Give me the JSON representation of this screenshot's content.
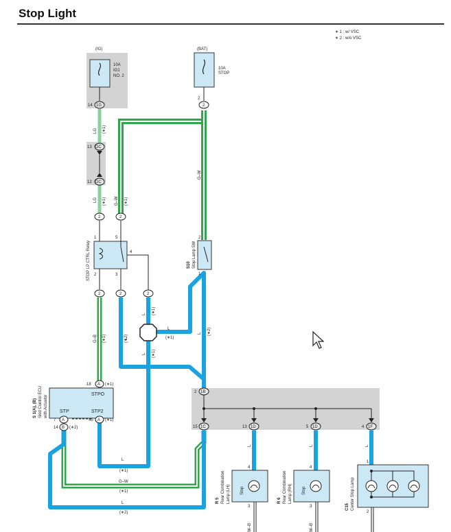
{
  "title": "Stop Light",
  "notes": [
    "∗ 1 : w/ VSC",
    "∗ 2 : w/o VSC"
  ],
  "power": {
    "ig": "(IG)",
    "bat": "(BAT)"
  },
  "fuses": [
    {
      "rating": "10A",
      "name1": "IG1",
      "name2": "NO. 2"
    },
    {
      "rating": "10A",
      "name1": "STOP",
      "name2": ""
    }
  ],
  "connectors": {
    "c1g": "1G",
    "c2": "2",
    "dc": "DC",
    "b1": "1B",
    "c1c": "1C",
    "c1d": "1D",
    "c1f": "1F",
    "ca": "A",
    "cb": "B"
  },
  "pins": {
    "p14": "14",
    "p13": "13",
    "p12": "12",
    "p2": "2",
    "p1": "1",
    "p5": "5",
    "p3": "3",
    "p4": "4",
    "p18": "18",
    "p7": "7",
    "p45": "45",
    "p15": "15",
    "p11": "1"
  },
  "wires": {
    "lg": "LG",
    "gw": "G–W",
    "l": "L",
    "gb": "G–B",
    "wb": "W–B",
    "n1": "(∗1)",
    "n2": "(∗2)"
  },
  "components": {
    "relay": "STOP LP CTRL Relay",
    "stopsw_id": "S10",
    "stopsw": "Stop Lamp SW",
    "ecu_id": "S 1(A), (B)",
    "ecu_l1": "Skid Control ECU",
    "ecu_l2": "with Actuator",
    "ecu_stpo": "STPO",
    "ecu_stp": "STP",
    "ecu_stp2": "STP2",
    "r5_id": "R 5",
    "r5_l1": "Rear Combination",
    "r5_l2": "Lamp (LH)",
    "r6_id": "R 6",
    "r6_l1": "Rear Combination",
    "r6_l2": "Lamp (RH)",
    "c15_id": "C15",
    "c15": "Center Stop Lamp",
    "stop": "Stop"
  }
}
